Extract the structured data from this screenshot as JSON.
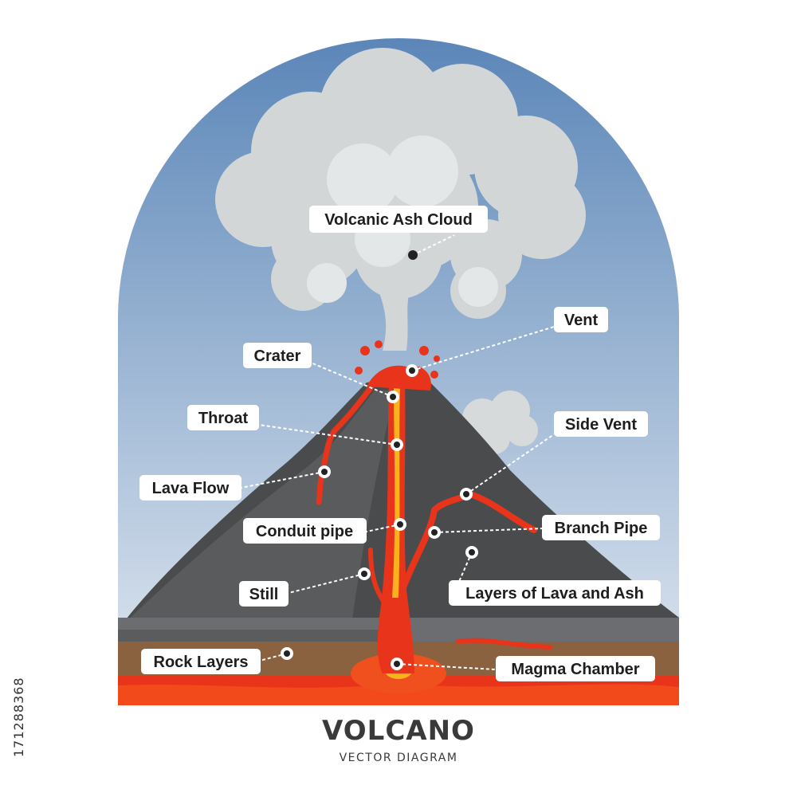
{
  "title": "VOLCANO",
  "subtitle": "VECTOR DIAGRAM",
  "side_id": "171288368",
  "colors": {
    "sky_top": "#5b86b8",
    "sky_bottom": "#dde5ef",
    "mountain": "#4a4b4d",
    "mountain_light": "#6a6c6f",
    "lava": "#e8341a",
    "lava_bright": "#f7b21c",
    "rock_layer": "#8a6240",
    "cloud": "#d3d7d7"
  },
  "labels": [
    {
      "id": "volcanic-ash-cloud",
      "text": "Volcanic Ash Cloud"
    },
    {
      "id": "vent",
      "text": "Vent"
    },
    {
      "id": "crater",
      "text": "Crater"
    },
    {
      "id": "throat",
      "text": "Throat"
    },
    {
      "id": "side-vent",
      "text": "Side Vent"
    },
    {
      "id": "lava-flow",
      "text": "Lava Flow"
    },
    {
      "id": "conduit-pipe",
      "text": "Conduit pipe"
    },
    {
      "id": "branch-pipe",
      "text": "Branch Pipe"
    },
    {
      "id": "layers-of-lava-and-ash",
      "text": "Layers of Lava and Ash"
    },
    {
      "id": "still",
      "text": "Still"
    },
    {
      "id": "rock-layers",
      "text": "Rock Layers"
    },
    {
      "id": "magma-chamber",
      "text": "Magma Chamber"
    }
  ]
}
